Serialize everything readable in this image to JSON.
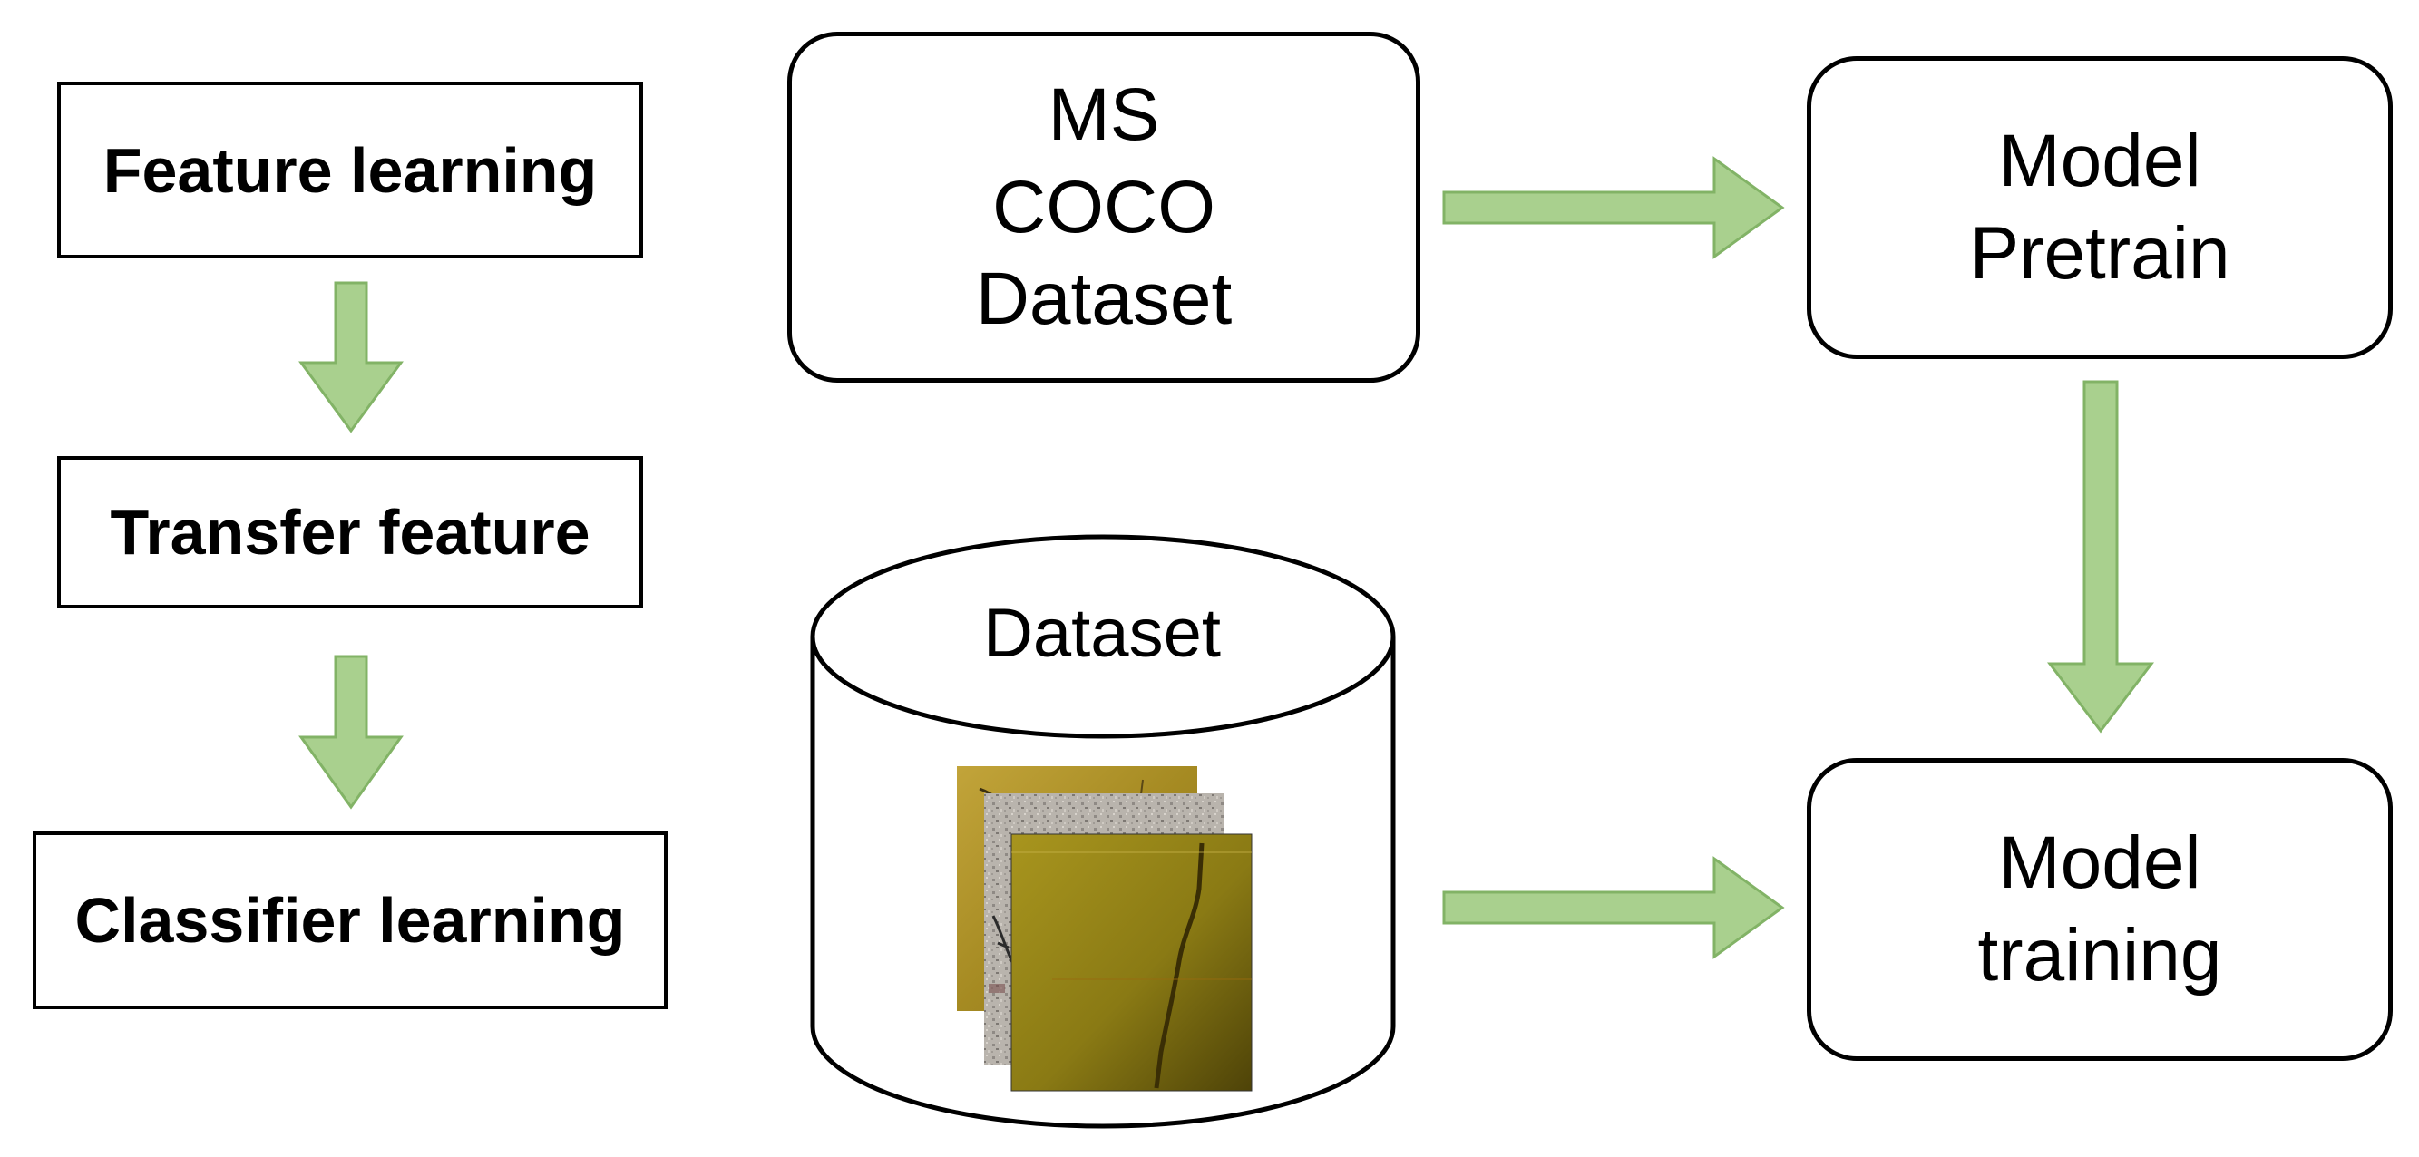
{
  "colors": {
    "arrow_fill": "#a9d08e",
    "arrow_stroke": "#82b366",
    "border": "#000000",
    "background": "#ffffff"
  },
  "left_flow": {
    "step1": "Feature learning",
    "step2": "Transfer feature",
    "step3": "Classifier learning"
  },
  "pipeline": {
    "source_dataset": "MS\nCOCO\nDataset",
    "pretrain": "Model\nPretrain",
    "training": "Model\ntraining",
    "target_dataset": "Dataset"
  },
  "arrows": [
    {
      "from": "Feature learning",
      "to": "Transfer feature"
    },
    {
      "from": "Transfer feature",
      "to": "Classifier learning"
    },
    {
      "from": "MS COCO Dataset",
      "to": "Model Pretrain"
    },
    {
      "from": "Model Pretrain",
      "to": "Model training"
    },
    {
      "from": "Dataset",
      "to": "Model training"
    }
  ],
  "icons": {
    "dataset_images": "stacked-crack-image-thumbnails-icon"
  }
}
